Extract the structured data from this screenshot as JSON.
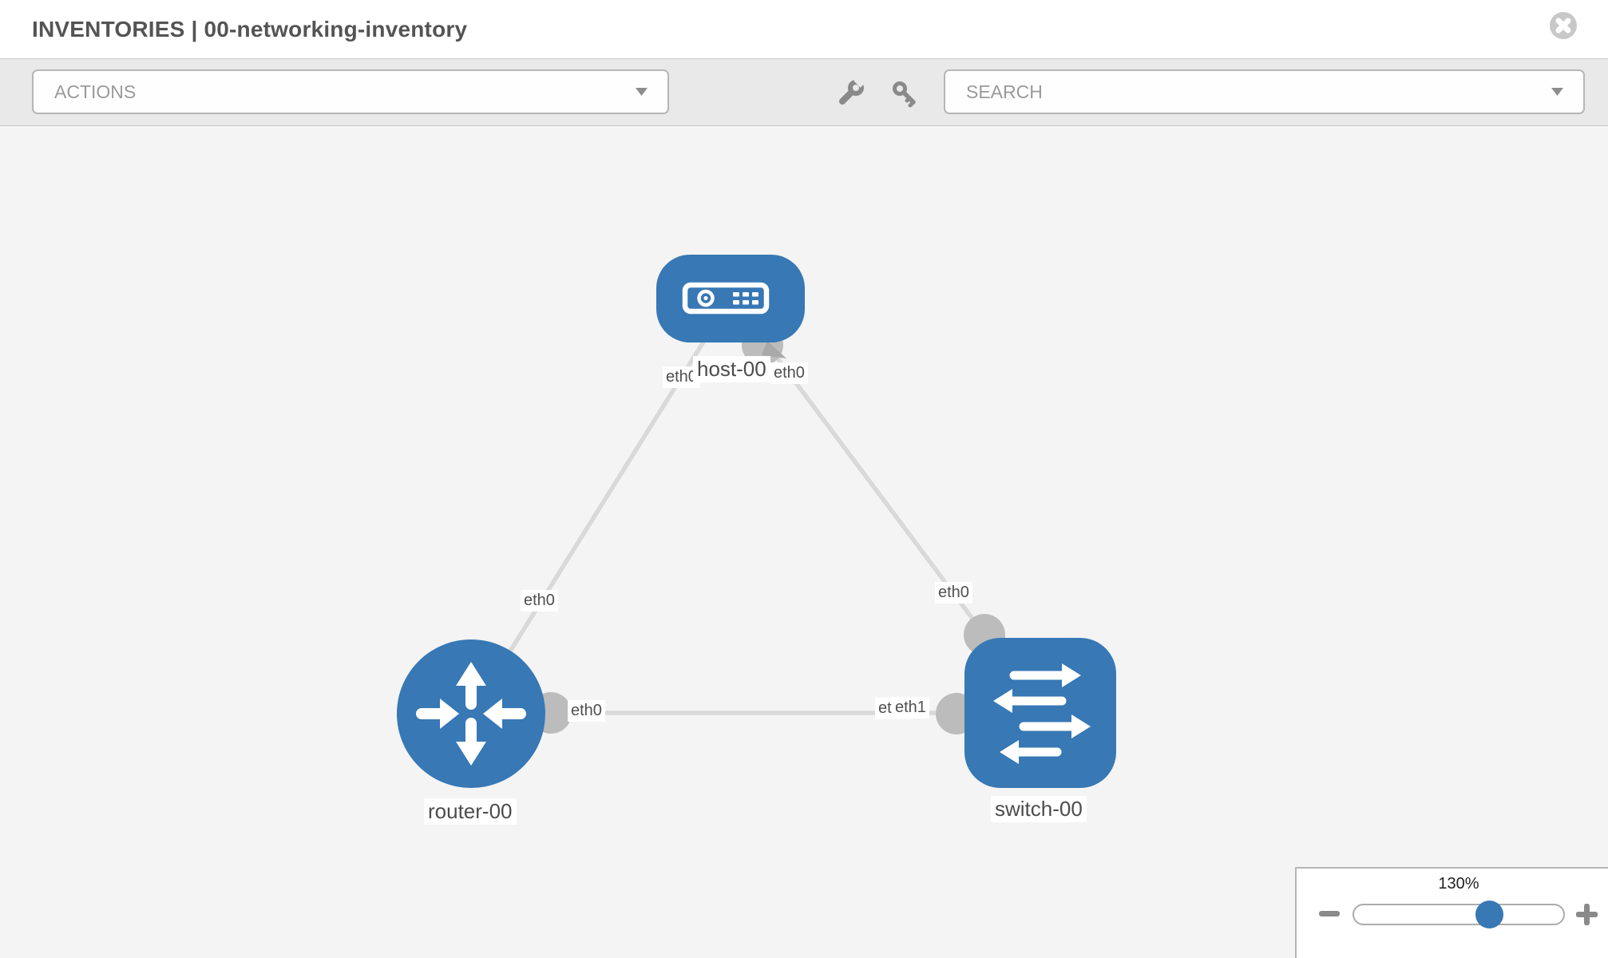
{
  "header": {
    "title": "INVENTORIES | 00-networking-inventory"
  },
  "toolbar": {
    "actions_label": "ACTIONS",
    "search_placeholder": "SEARCH"
  },
  "topology": {
    "nodes": [
      {
        "id": "host-00",
        "type": "host",
        "label": "host-00"
      },
      {
        "id": "router-00",
        "type": "router",
        "label": "router-00"
      },
      {
        "id": "switch-00",
        "type": "switch",
        "label": "switch-00"
      }
    ],
    "links": [
      {
        "from": "host-00",
        "to": "router-00",
        "from_if": "eth0",
        "to_if": "eth0"
      },
      {
        "from": "host-00",
        "to": "switch-00",
        "from_if": "eth0",
        "to_if": "eth0"
      },
      {
        "from": "router-00",
        "to": "switch-00",
        "from_if": "eth0",
        "to_if": "eth1",
        "to_if_overlapped": "eth0"
      }
    ]
  },
  "zoom_control": {
    "level_label": "130%",
    "percent": 130
  },
  "colors": {
    "node_fill": "#3778b5",
    "link_stroke": "#d9d9d9",
    "endpoint_fill": "#bcbcbc",
    "canvas_bg": "#f4f4f4",
    "toolbar_bg": "#e9e9e9",
    "header_bg": "#ffffff",
    "accent": "#3778b5"
  }
}
